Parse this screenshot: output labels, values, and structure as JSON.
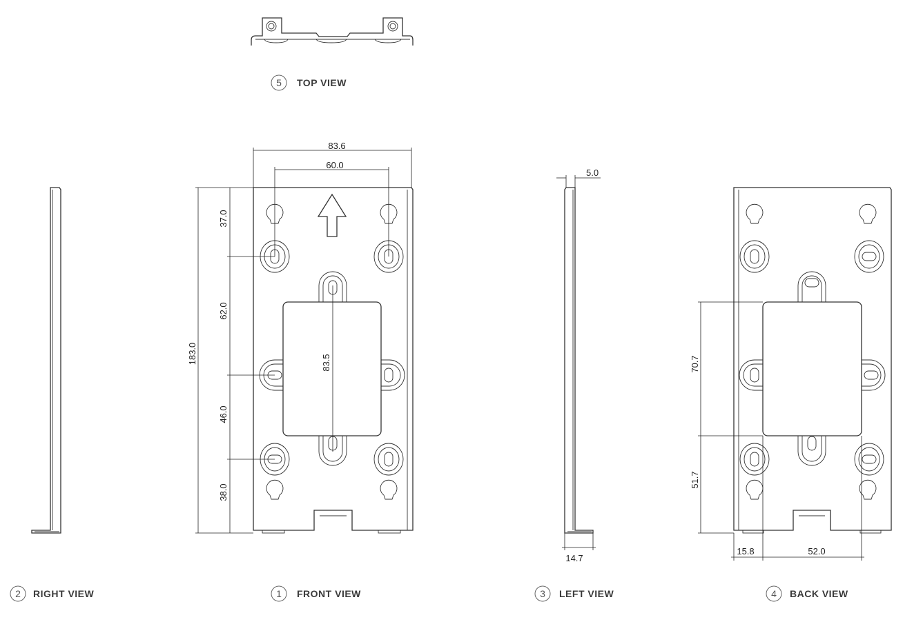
{
  "views": {
    "top": {
      "number": "5",
      "label": "TOP VIEW"
    },
    "right": {
      "number": "2",
      "label": "RIGHT VIEW"
    },
    "front": {
      "number": "1",
      "label": "FRONT VIEW"
    },
    "left": {
      "number": "3",
      "label": "LEFT VIEW"
    },
    "back": {
      "number": "4",
      "label": "BACK VIEW"
    }
  },
  "dimensions": {
    "front_width": "83.6",
    "front_hole_spacing": "60.0",
    "front_height": "183.0",
    "front_seg_1": "37.0",
    "front_seg_2": "62.0",
    "front_seg_3": "46.0",
    "front_seg_4": "38.0",
    "front_center_span": "83.5",
    "left_thickness": "5.0",
    "left_foot": "14.7",
    "back_upper": "70.7",
    "back_lower": "51.7",
    "back_offset": "15.8",
    "back_width": "52.0"
  }
}
